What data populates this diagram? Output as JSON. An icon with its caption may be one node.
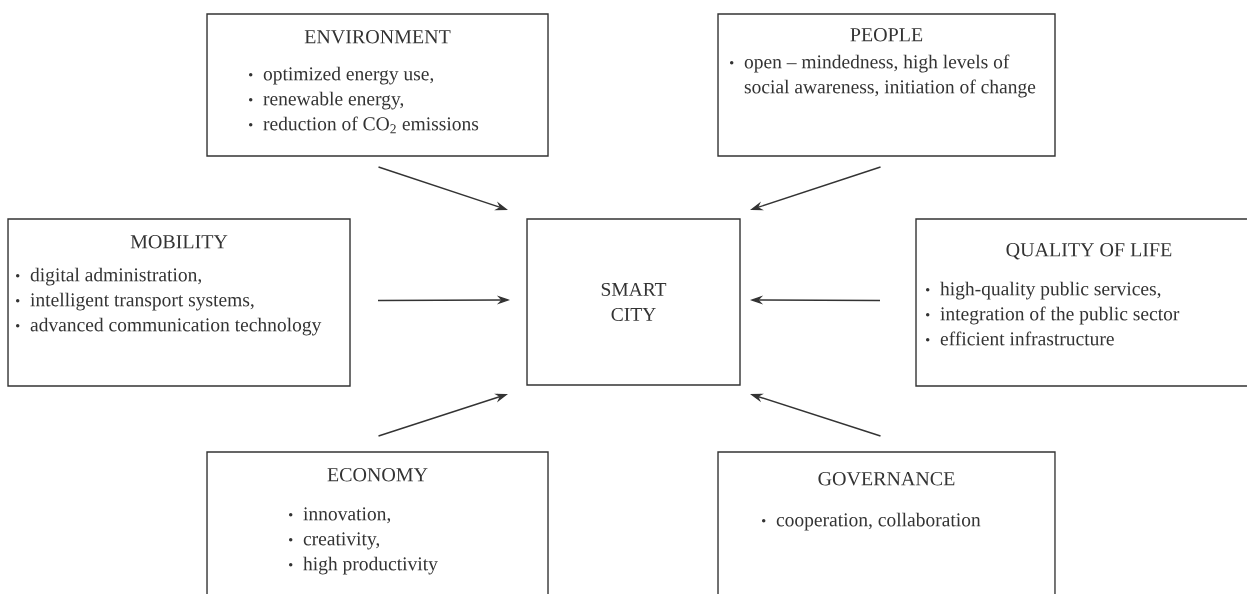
{
  "diagram": {
    "nodes": [
      {
        "text": [
          "ENVIRONMENT",
          "optimized energy use,",
          "renewable energy,",
          "reduction of CO$_{2}$ emissions"
        ]
      },
      {
        "text": [
          "PEOPLE",
          "open – mindedness, high levels of social awareness, initiation of change"
        ]
      },
      {
        "text": [
          "MOBILITY",
          "digital administration,",
          "intelligent transport systems,",
          "advanced communication technology"
        ]
      },
      {
        "text": [
          "SMART CITY"
        ]
      },
      {
        "text": [
          "QUALITY OF LIFE",
          "high-quality public services,",
          "integration of the public sector",
          "efficient infrastructure"
        ]
      },
      {
        "text": [
          "ECONOMY",
          "innovation,",
          "creativity,",
          "high productivity"
        ]
      },
      {
        "text": [
          "GOVERNANCE",
          "cooperation, collaboration"
        ]
      }
    ],
    "edges": [
      {
        "from": 0,
        "to": 3,
        "arrow": "to"
      },
      {
        "from": 1,
        "to": 3,
        "arrow": "to"
      },
      {
        "from": 2,
        "to": 3,
        "arrow": "to"
      },
      {
        "from": 4,
        "to": 3,
        "arrow": "to"
      },
      {
        "from": 5,
        "to": 3,
        "arrow": "to"
      },
      {
        "from": 6,
        "to": 3,
        "arrow": "to"
      }
    ]
  }
}
